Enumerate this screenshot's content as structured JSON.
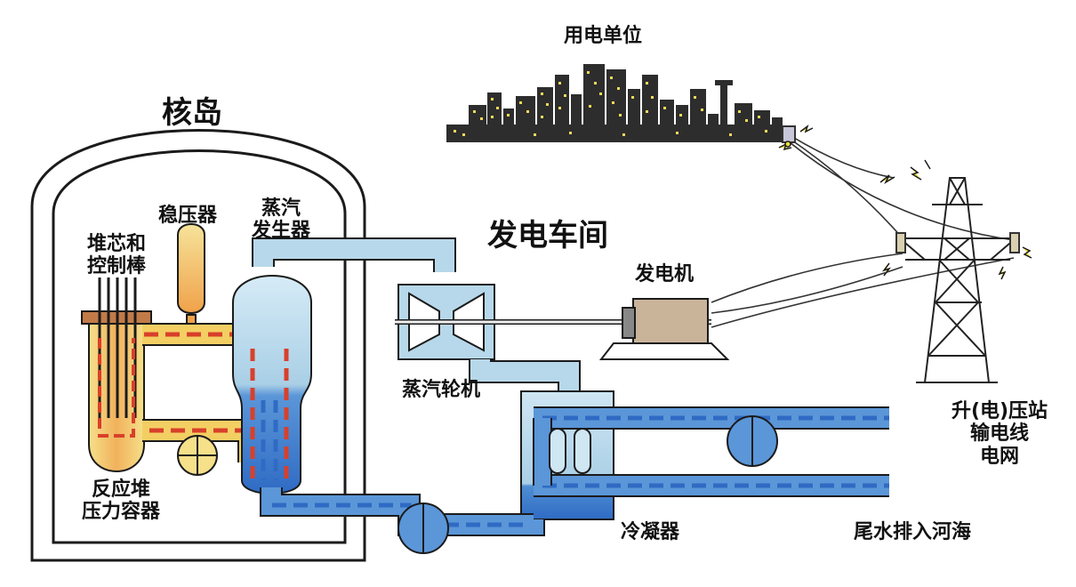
{
  "labels": {
    "nuclear_island": "核岛",
    "turbine_hall": "发电车间",
    "consumers": "用电单位",
    "pressurizer": "稳压器",
    "steam_generator_1": "蒸汽",
    "steam_generator_2": "发生器",
    "core_rods_1": "堆芯和",
    "core_rods_2": "控制棒",
    "vessel_1": "反应堆",
    "vessel_2": "压力容器",
    "generator": "发电机",
    "turbine": "蒸汽轮机",
    "condenser": "冷凝器",
    "discharge": "尾水排入河海",
    "grid_1": "升(电)压站",
    "grid_2": "输电线",
    "grid_3": "电网"
  },
  "colors": {
    "hot_loop": "#d8402a",
    "hot_fill": "#f3cf63",
    "steam": "#b7d8ea",
    "cold_water": "#2f6bc4",
    "cold_fill": "#5b96d8",
    "outline": "#1b1b1b",
    "city": "#2d2d2d",
    "window": "#f2d95a",
    "spark": "#f2e038"
  }
}
